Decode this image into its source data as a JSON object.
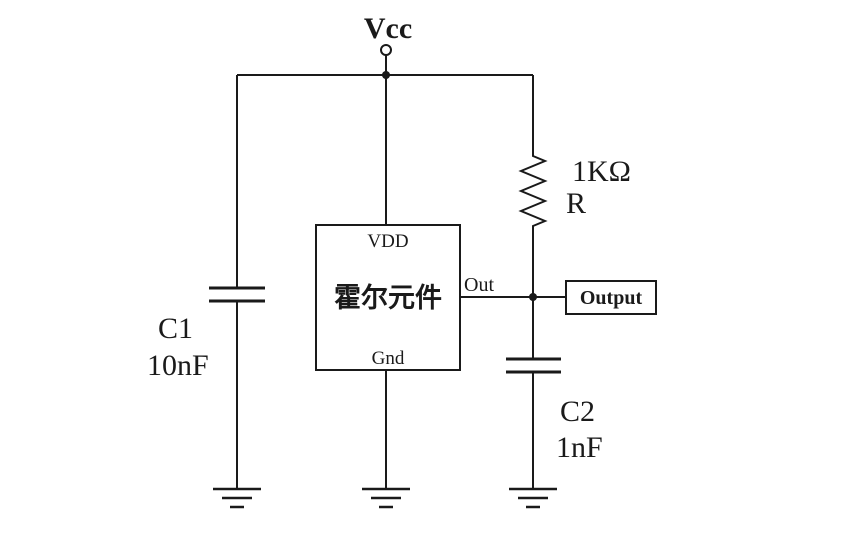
{
  "diagram": {
    "type": "circuit-schematic",
    "power_label": "Vcc",
    "resistor": {
      "name": "R",
      "value": "1KΩ"
    },
    "hall_block": {
      "top_pin": "VDD",
      "label": "霍尔元件",
      "bottom_pin": "Gnd",
      "out_pin": "Out"
    },
    "output_label": "Output",
    "c1": {
      "name": "C1",
      "value": "10nF"
    },
    "c2": {
      "name": "C2",
      "value": "1nF"
    },
    "colors": {
      "line": "#1a1a1a",
      "background": "#ffffff"
    }
  }
}
